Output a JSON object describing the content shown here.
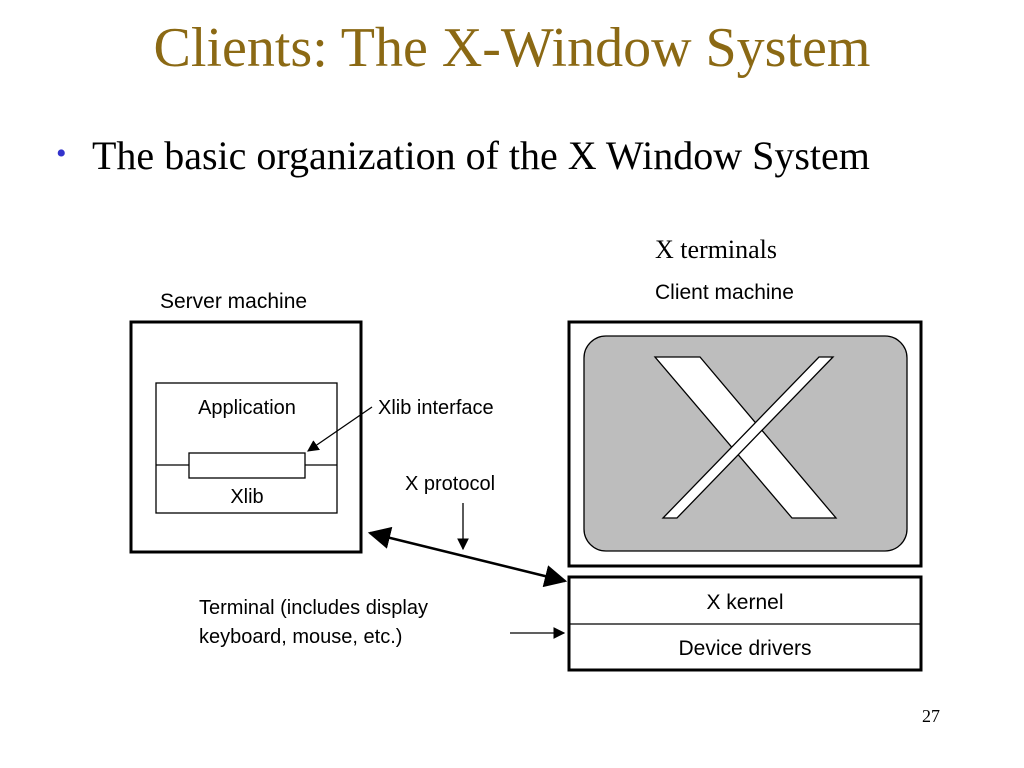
{
  "colors": {
    "title": "#8B6914",
    "bullet": "#3333CC",
    "screen_fill": "#BDBDBD"
  },
  "slide": {
    "title": "Clients: The X-Window System",
    "bullet_marker": "•",
    "bullet_text": "The basic organization of the X Window System",
    "page_number": "27"
  },
  "diagram": {
    "x_terminals": "X terminals",
    "client_machine": "Client machine",
    "server_machine": "Server machine",
    "application": "Application",
    "xlib": "Xlib",
    "xlib_interface": "Xlib interface",
    "x_protocol": "X protocol",
    "x_kernel": "X kernel",
    "device_drivers": "Device drivers",
    "terminal_note_line1": "Terminal (includes display",
    "terminal_note_line2": "keyboard, mouse, etc.)",
    "screen_logo": "x-logo-icon"
  }
}
